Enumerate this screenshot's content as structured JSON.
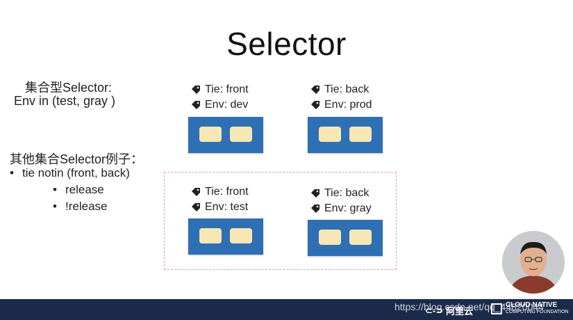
{
  "slide": {
    "title": "Selector",
    "set_selector_heading": "集合型Selector:",
    "set_selector_expr": "Env in (test, gray )",
    "examples_heading": "其他集合Selector例子：",
    "examples": [
      {
        "bullet": "•",
        "text": "tie notin (front, back)"
      },
      {
        "bullet": "•",
        "text": "release"
      },
      {
        "bullet": "•",
        "text": "!release"
      }
    ]
  },
  "pods": [
    {
      "tie": "Tie: front",
      "env": "Env: dev"
    },
    {
      "tie": "Tie: back",
      "env": "Env: prod"
    },
    {
      "tie": "Tie: front",
      "env": "Env: test"
    },
    {
      "tie": "Tie: back",
      "env": "Env: gray"
    }
  ],
  "footer": {
    "watermark": "https://blog.csdn.net/qq_44820044",
    "brand_aliyun": "阿里云",
    "brand_cncf_line1": "CLOUD NATIVE",
    "brand_cncf_line2": "COMPUTING FOUNDATION"
  },
  "colors": {
    "pod_blue": "#2f6fb4",
    "container_yellow": "#f6e7b4",
    "dashed_border": "#e79a9a",
    "footer_bar": "#1c2a4a"
  }
}
